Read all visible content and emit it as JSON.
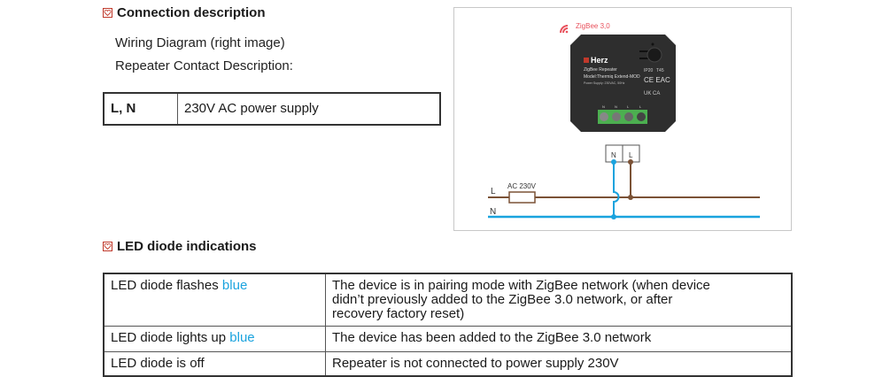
{
  "connection": {
    "heading": "Connection description",
    "wiring_text": "Wiring Diagram (right image)",
    "contact_text": "Repeater Contact Description:",
    "contacts_table": [
      {
        "terminal": "L, N",
        "description": "230V AC power supply"
      }
    ]
  },
  "diagram": {
    "zigbee_label": "ZigBee 3,0",
    "brand": "Herz",
    "device_name": "ZigBee Repeater",
    "model": "Model:Thermiq Extend-MOD",
    "power_supply": "Power Supply: 230VAC, 50Hz",
    "ip_rating": "IP20",
    "temp_rating": "T45",
    "cert_marks": "CE EAC",
    "ukca": "UK CA",
    "device_terminals": [
      "N",
      "N",
      "L",
      "L"
    ],
    "connector_terminals": [
      "N",
      "L"
    ],
    "line_L": "L",
    "line_N": "N",
    "fuse_label": "AC 230V",
    "colors": {
      "zigbee": "#e8505b",
      "live": "#7b5236",
      "neutral": "#1aa3de",
      "terminal_green": "#4caf50"
    }
  },
  "led": {
    "heading": "LED diode indications",
    "rows": [
      {
        "state_prefix": "LED diode flashes ",
        "state_color": "blue",
        "meaning_lines": [
          "The device is in pairing mode with ZigBee network (when device",
          "didn’t previously added to the ZigBee 3.0 network, or after",
          "recovery factory reset)"
        ]
      },
      {
        "state_prefix": "LED diode lights up ",
        "state_color": "blue",
        "meaning_lines": [
          "The device has been added to the ZigBee 3.0 network"
        ]
      },
      {
        "state_prefix": "LED diode is off",
        "state_color": "",
        "meaning_lines": [
          "Repeater is not connected to power supply 230V"
        ]
      }
    ]
  }
}
